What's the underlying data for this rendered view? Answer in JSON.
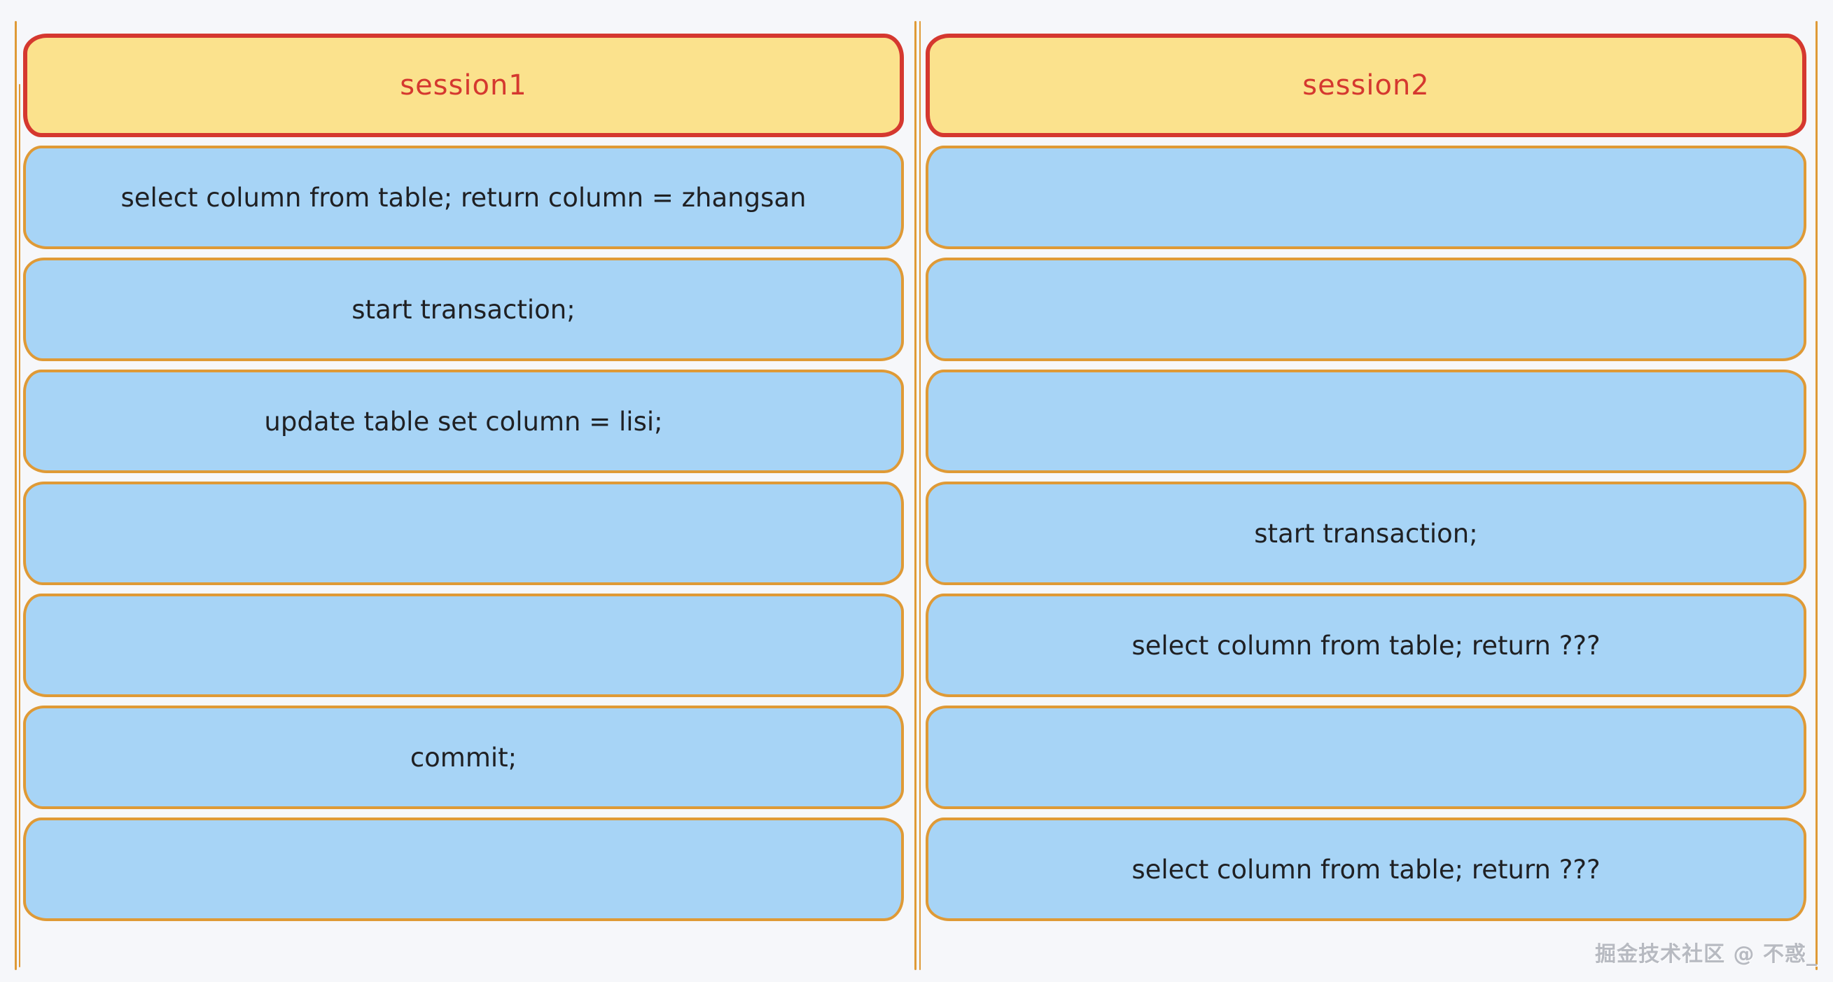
{
  "colors": {
    "bg": "#f6f7fa",
    "yellow": "#fbe28d",
    "red": "#d5382f",
    "blue": "#a7d4f6",
    "orange": "#df9a36",
    "ink": "#1f2023",
    "watermark": "#b7bac1"
  },
  "lanes": [
    {
      "header": "session1",
      "rows": [
        "select column from table; return column = zhangsan",
        "start transaction;",
        "update table set column = lisi;",
        "",
        "",
        "commit;",
        ""
      ]
    },
    {
      "header": "session2",
      "rows": [
        "",
        "",
        "",
        "start transaction;",
        "select column from table; return ???",
        "",
        "select column from table; return ???"
      ]
    }
  ],
  "watermark": "掘金技术社区 @ 不惑_"
}
